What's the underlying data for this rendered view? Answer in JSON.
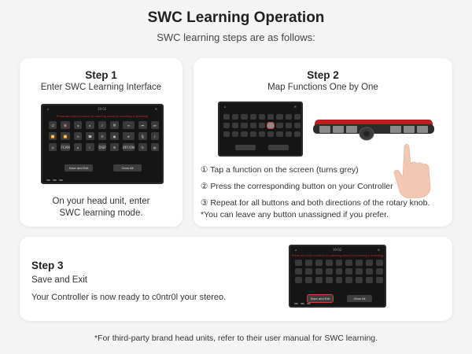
{
  "header": {
    "title": "SWC Learning Operation",
    "subtitle": "SWC learning steps are as follows:"
  },
  "step1": {
    "heading": "Step 1",
    "subheading": "Enter SWC Learning Interface",
    "desc_line1": "On your head unit, enter",
    "desc_line2": "SWC learning mode."
  },
  "step2": {
    "heading": "Step 2",
    "subheading": "Map Functions One by One",
    "instructions": [
      "① Tap a function on the screen (turns grey)",
      "② Press the corresponding button on your Controller",
      "③ Repeat for all buttons and both directions of the rotary knob.",
      "*You can leave any button unassigned if you prefer."
    ]
  },
  "step3": {
    "heading": "Step 3",
    "subheading": "Save and Exit",
    "desc": "Your Controller is now ready to c0ntr0l your stereo."
  },
  "footnote": "*For third-party brand head units, refer to their user manual for SWC learning.",
  "screen": {
    "time": "19:02",
    "hint": "Press and hold a button on steering wheel to Learning a matching",
    "save_label": "Save and Exit",
    "clear_label": "Clear All",
    "row3_labels": [
      "FCAM",
      "DISP",
      "OFF/ON"
    ]
  },
  "colors": {
    "accent_red": "#d93a3a",
    "hint_red": "#c02b2b",
    "card_bg": "#ffffff",
    "page_bg": "#f4f4f4"
  }
}
